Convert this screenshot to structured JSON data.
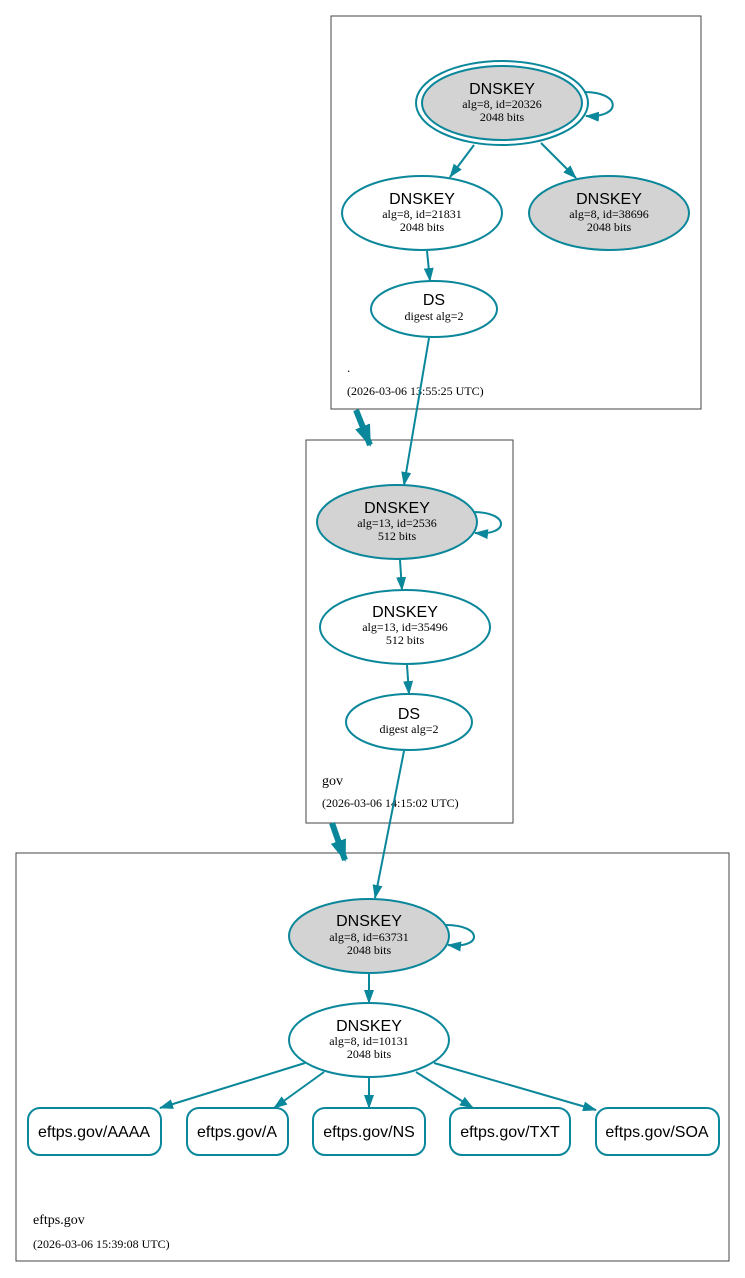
{
  "colors": {
    "edge": "#0a879a",
    "node_fill_gray": "#d3d3d3",
    "node_fill_white": "#ffffff",
    "zone_border": "#444444",
    "text": "#000000"
  },
  "zones": [
    {
      "id": "root",
      "name": ".",
      "timestamp": "(2026-03-06 13:55:25 UTC)"
    },
    {
      "id": "gov",
      "name": "gov",
      "timestamp": "(2026-03-06 14:15:02 UTC)"
    },
    {
      "id": "eftps",
      "name": "eftps.gov",
      "timestamp": "(2026-03-06 15:39:08 UTC)"
    }
  ],
  "nodes": [
    {
      "id": "root_ksk",
      "zone": "root",
      "kind": "DNSKEY",
      "title": "DNSKEY",
      "line1": "alg=8, id=20326",
      "line2": "2048 bits",
      "filled": true,
      "trust_anchor": true,
      "self_signed": true
    },
    {
      "id": "root_zsk1",
      "zone": "root",
      "kind": "DNSKEY",
      "title": "DNSKEY",
      "line1": "alg=8, id=21831",
      "line2": "2048 bits",
      "filled": false
    },
    {
      "id": "root_zsk2",
      "zone": "root",
      "kind": "DNSKEY",
      "title": "DNSKEY",
      "line1": "alg=8, id=38696",
      "line2": "2048 bits",
      "filled": true
    },
    {
      "id": "gov_ds",
      "zone": "root",
      "kind": "DS",
      "title": "DS",
      "line1": "digest alg=2"
    },
    {
      "id": "gov_ksk",
      "zone": "gov",
      "kind": "DNSKEY",
      "title": "DNSKEY",
      "line1": "alg=13, id=2536",
      "line2": "512 bits",
      "filled": true,
      "self_signed": true
    },
    {
      "id": "gov_zsk",
      "zone": "gov",
      "kind": "DNSKEY",
      "title": "DNSKEY",
      "line1": "alg=13, id=35496",
      "line2": "512 bits",
      "filled": false
    },
    {
      "id": "eftps_ds",
      "zone": "gov",
      "kind": "DS",
      "title": "DS",
      "line1": "digest alg=2"
    },
    {
      "id": "eftps_ksk",
      "zone": "eftps",
      "kind": "DNSKEY",
      "title": "DNSKEY",
      "line1": "alg=8, id=63731",
      "line2": "2048 bits",
      "filled": true,
      "self_signed": true
    },
    {
      "id": "eftps_zsk",
      "zone": "eftps",
      "kind": "DNSKEY",
      "title": "DNSKEY",
      "line1": "alg=8, id=10131",
      "line2": "2048 bits",
      "filled": false
    },
    {
      "id": "rr_aaaa",
      "zone": "eftps",
      "kind": "RRset",
      "title": "eftps.gov/AAAA"
    },
    {
      "id": "rr_a",
      "zone": "eftps",
      "kind": "RRset",
      "title": "eftps.gov/A"
    },
    {
      "id": "rr_ns",
      "zone": "eftps",
      "kind": "RRset",
      "title": "eftps.gov/NS"
    },
    {
      "id": "rr_txt",
      "zone": "eftps",
      "kind": "RRset",
      "title": "eftps.gov/TXT"
    },
    {
      "id": "rr_soa",
      "zone": "eftps",
      "kind": "RRset",
      "title": "eftps.gov/SOA"
    }
  ],
  "edges": [
    {
      "from": "root_ksk",
      "to": "root_zsk1"
    },
    {
      "from": "root_ksk",
      "to": "root_zsk2"
    },
    {
      "from": "root_zsk1",
      "to": "gov_ds"
    },
    {
      "from": "gov_ds",
      "to": "gov_ksk"
    },
    {
      "from": "gov_ksk",
      "to": "gov_zsk"
    },
    {
      "from": "gov_zsk",
      "to": "eftps_ds"
    },
    {
      "from": "eftps_ds",
      "to": "eftps_ksk"
    },
    {
      "from": "eftps_ksk",
      "to": "eftps_zsk"
    },
    {
      "from": "eftps_zsk",
      "to": "rr_aaaa"
    },
    {
      "from": "eftps_zsk",
      "to": "rr_a"
    },
    {
      "from": "eftps_zsk",
      "to": "rr_ns"
    },
    {
      "from": "eftps_zsk",
      "to": "rr_txt"
    },
    {
      "from": "eftps_zsk",
      "to": "rr_soa"
    }
  ],
  "delegations": [
    {
      "from": "root",
      "to": "gov"
    },
    {
      "from": "gov",
      "to": "eftps"
    }
  ]
}
